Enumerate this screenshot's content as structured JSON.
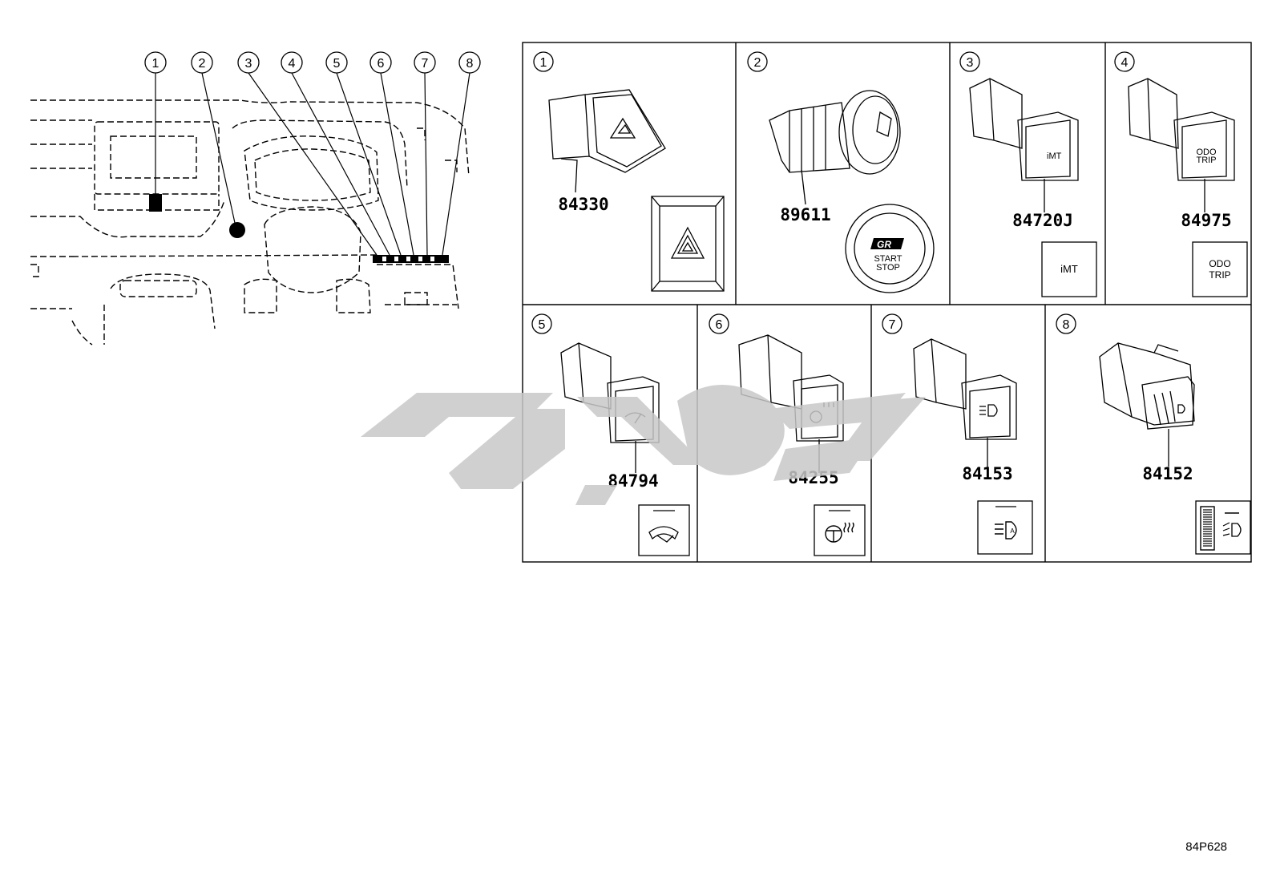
{
  "overview": {
    "callouts": [
      "1",
      "2",
      "3",
      "4",
      "5",
      "6",
      "7",
      "8"
    ]
  },
  "panels": [
    {
      "num": "1",
      "part": "84330"
    },
    {
      "num": "2",
      "part": "89611",
      "icon_text": [
        "START",
        "STOP"
      ]
    },
    {
      "num": "3",
      "part": "84720J",
      "icon_text": "iMT"
    },
    {
      "num": "4",
      "part": "84975",
      "icon_text": [
        "ODO",
        "TRIP"
      ]
    },
    {
      "num": "5",
      "part": "84794"
    },
    {
      "num": "6",
      "part": "84255"
    },
    {
      "num": "7",
      "part": "84153"
    },
    {
      "num": "8",
      "part": "84152"
    }
  ],
  "figure_code": "84P628",
  "watermark_color": "#c8c8c8"
}
